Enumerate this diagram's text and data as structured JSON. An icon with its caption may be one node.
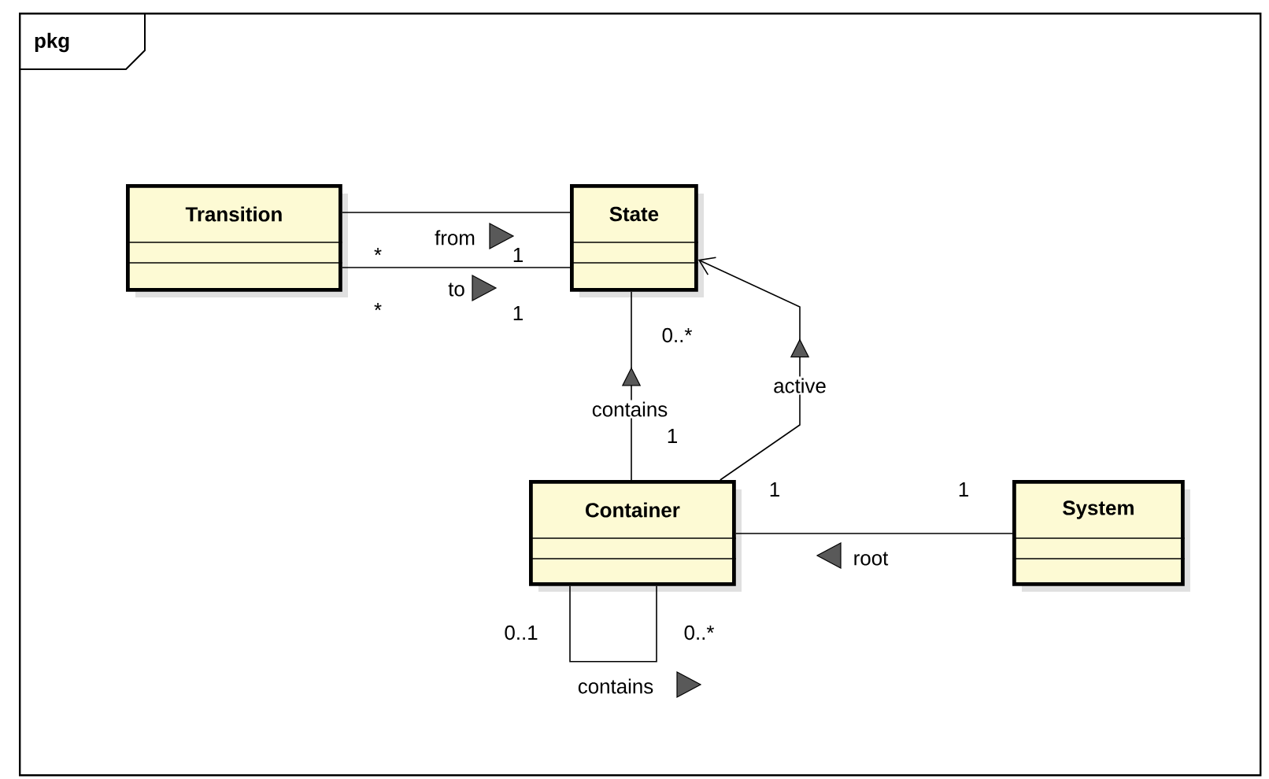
{
  "diagram": {
    "nodes": [
      {
        "text": [
          "pkg"
        ]
      },
      {
        "text": [
          "Transition"
        ],
        "in": 0
      },
      {
        "text": [
          "State"
        ],
        "in": 0
      },
      {
        "text": [
          "Container"
        ],
        "in": 0
      },
      {
        "text": [
          "System"
        ],
        "in": 0
      }
    ],
    "edges": [
      {
        "from": 1,
        "to": 2,
        "arrow": "none",
        "label": "from"
      },
      {
        "from": 1,
        "to": 2,
        "arrow": "none",
        "label": "to"
      },
      {
        "from": 3,
        "to": 2,
        "arrow": "to",
        "label": "contains"
      },
      {
        "from": 3,
        "to": 2,
        "arrow": "to",
        "label": "active"
      },
      {
        "from": 4,
        "to": 3,
        "arrow": "none",
        "label": "root"
      },
      {
        "from": 3,
        "to": 3,
        "arrow": "none",
        "label": "contains"
      }
    ],
    "labels": [
      "*",
      "1",
      "*",
      "1",
      "0..*",
      "1",
      "1",
      "1",
      "0..1",
      "0..*"
    ]
  }
}
